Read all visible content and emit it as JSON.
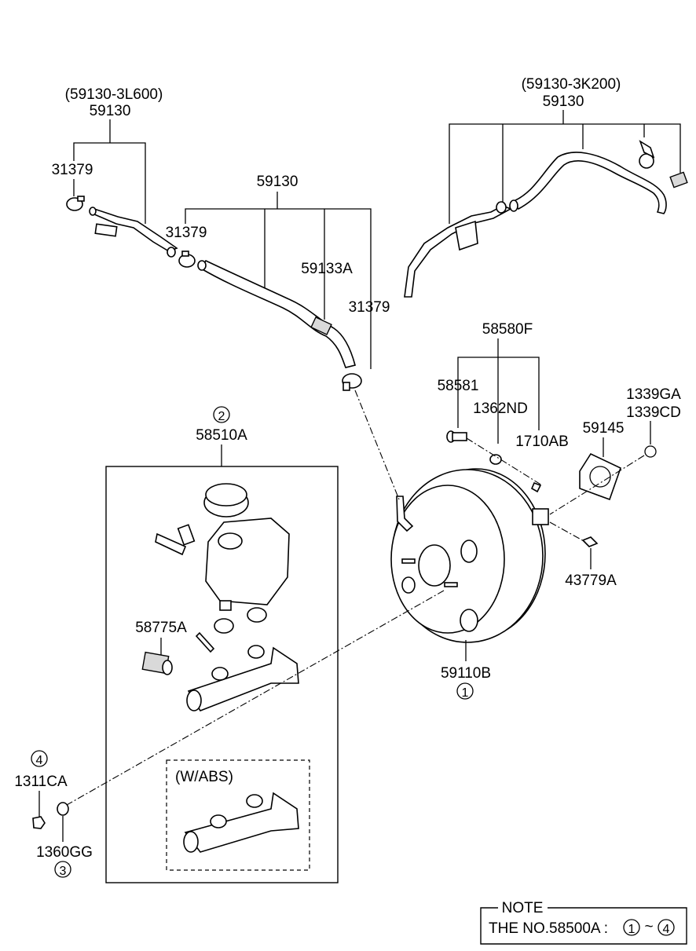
{
  "labels": {
    "left_hose_alt": "(59130-3L600)",
    "left_hose": "59130",
    "clamp_a": "31379",
    "mid_hose": "59130",
    "clamp_b": "31379",
    "check_valve": "59133A",
    "clamp_c": "31379",
    "right_hose_alt": "(59130-3K200)",
    "right_hose": "59130",
    "pin_kit": "58580F",
    "pin": "58581",
    "clip": "1362ND",
    "pin_2": "1710AB",
    "stud_a": "1339GA",
    "stud_b": "1339CD",
    "gasket": "59145",
    "split_pin": "43779A",
    "master_cyl_num": "2",
    "master_cyl": "58510A",
    "reservoir_grommet": "58775A",
    "booster": "59110B",
    "booster_num": "1",
    "nut_num": "4",
    "nut": "1311CA",
    "washer": "1360GG",
    "washer_num": "3",
    "abs_variant": "(W/ABS)"
  },
  "note": {
    "title": "NOTE",
    "text": "THE NO.58500A :",
    "range_start": "1",
    "tilde": "~",
    "range_end": "4"
  }
}
